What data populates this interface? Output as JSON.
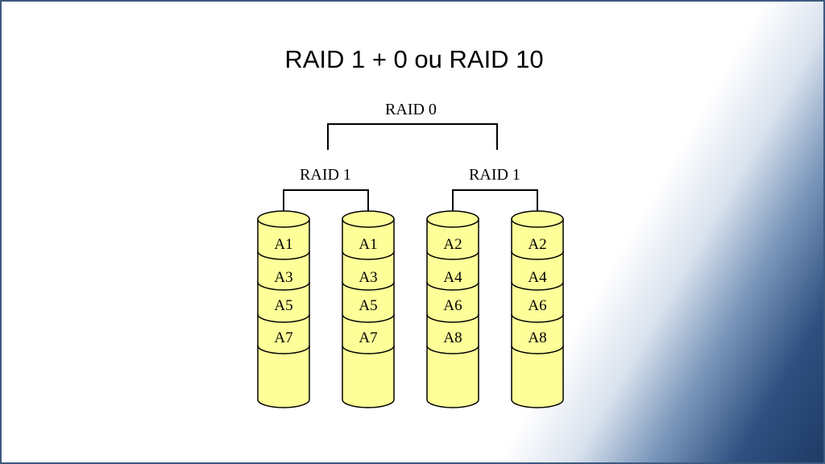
{
  "title": "RAID 1 + 0 ou RAID 10",
  "raid0_label": "RAID 0",
  "groups": [
    {
      "label": "RAID 1"
    },
    {
      "label": "RAID 1"
    }
  ],
  "disks": [
    {
      "blocks": [
        "A1",
        "A3",
        "A5",
        "A7"
      ]
    },
    {
      "blocks": [
        "A1",
        "A3",
        "A5",
        "A7"
      ]
    },
    {
      "blocks": [
        "A2",
        "A4",
        "A6",
        "A8"
      ]
    },
    {
      "blocks": [
        "A2",
        "A4",
        "A6",
        "A8"
      ]
    }
  ],
  "colors": {
    "disk_fill": "#ffff99",
    "line": "#000000"
  }
}
